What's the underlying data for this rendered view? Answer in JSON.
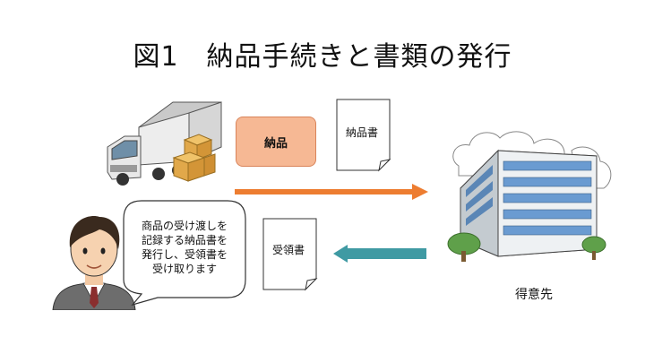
{
  "title": "図1　納品手続きと書類の発行",
  "badge_delivery": "納品",
  "doc_delivery_note": "納品書",
  "doc_receipt": "受領書",
  "speech_lines": [
    "商品の受け渡しを",
    "記録する納品書を",
    "発行し、受領書を",
    "受け取ります"
  ],
  "client_label": "得意先",
  "colors": {
    "arrow_forward": "#ed7d31",
    "arrow_back": "#3f9aa3",
    "badge_fill": "#f6b894"
  },
  "icons": [
    "truck-icon",
    "boxes-icon",
    "document-icon",
    "building-icon",
    "tree-icon",
    "person-icon",
    "speech-bubble-icon"
  ]
}
